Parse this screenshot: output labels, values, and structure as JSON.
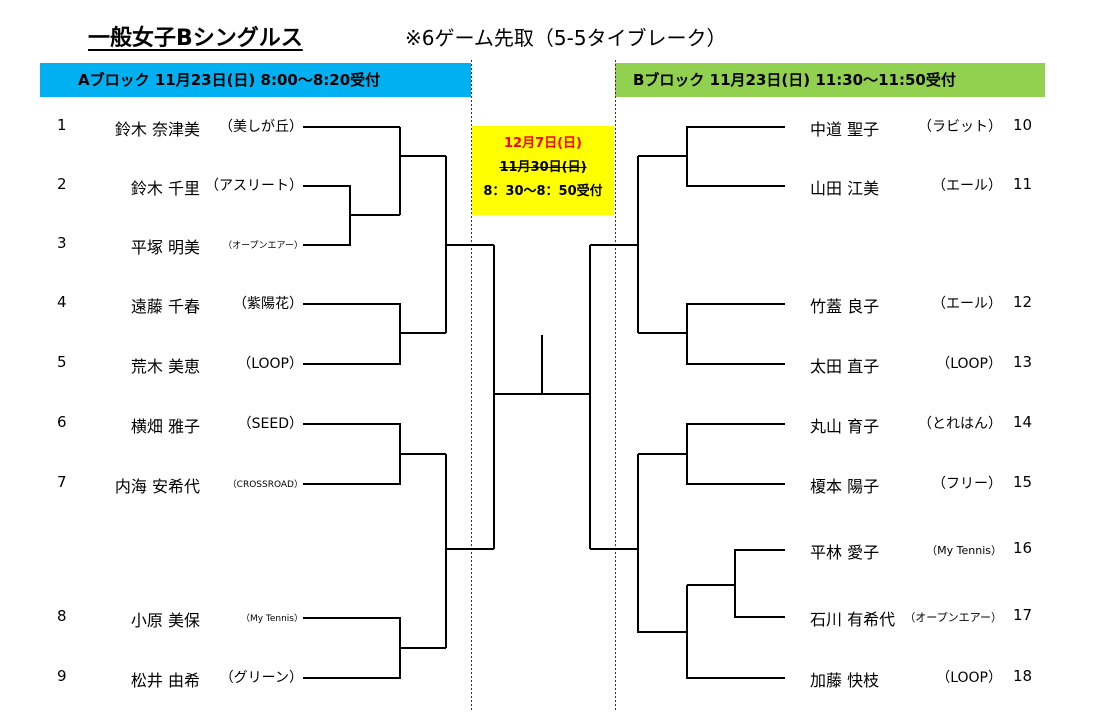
{
  "title": "一般女子Bシングルス",
  "rule": "※6ゲーム先取（5-5タイブレーク）",
  "block_a": {
    "header": "Aブロック  11月23日(日)   8:00～8:20受付",
    "players": [
      {
        "no": "1",
        "name": "鈴木 奈津美",
        "club": "（美しが丘）"
      },
      {
        "no": "2",
        "name": "鈴木 千里",
        "club": "（アスリート）"
      },
      {
        "no": "3",
        "name": "平塚 明美",
        "club": "（オープンエアー）"
      },
      {
        "no": "4",
        "name": "遠藤 千春",
        "club": "（紫陽花）"
      },
      {
        "no": "5",
        "name": "荒木 美恵",
        "club": "（LOOP）"
      },
      {
        "no": "6",
        "name": "横畑 雅子",
        "club": "（SEED）"
      },
      {
        "no": "7",
        "name": "内海 安希代",
        "club": "（CROSSROAD）"
      },
      {
        "no": "8",
        "name": "小原 美保",
        "club": "（My Tennis）"
      },
      {
        "no": "9",
        "name": "松井 由希",
        "club": "（グリーン）"
      }
    ]
  },
  "block_b": {
    "header": "Bブロック   11月23日(日)   11:30～11:50受付",
    "players": [
      {
        "no": "10",
        "name": "中道 聖子",
        "club": "（ラビット）"
      },
      {
        "no": "11",
        "name": "山田 江美",
        "club": "（エール）"
      },
      {
        "no": "12",
        "name": "竹蓋 良子",
        "club": "（エール）"
      },
      {
        "no": "13",
        "name": "太田 直子",
        "club": "（LOOP）"
      },
      {
        "no": "14",
        "name": "丸山 育子",
        "club": "（とれはん）"
      },
      {
        "no": "15",
        "name": "榎本 陽子",
        "club": "（フリー）"
      },
      {
        "no": "16",
        "name": "平林 愛子",
        "club": "（My Tennis）"
      },
      {
        "no": "17",
        "name": "石川 有希代",
        "club": "（オープンエアー）"
      },
      {
        "no": "18",
        "name": "加藤 快枝",
        "club": "（LOOP）"
      }
    ]
  },
  "final": {
    "date_new": "12月7日(日)",
    "date_old": "11月30日(日)",
    "reception": "8：30～8：50受付"
  },
  "colors": {
    "block_a": "#00b0f0",
    "block_b": "#92d050",
    "final_box": "#ffff00",
    "changed_date": "#ff0000"
  }
}
